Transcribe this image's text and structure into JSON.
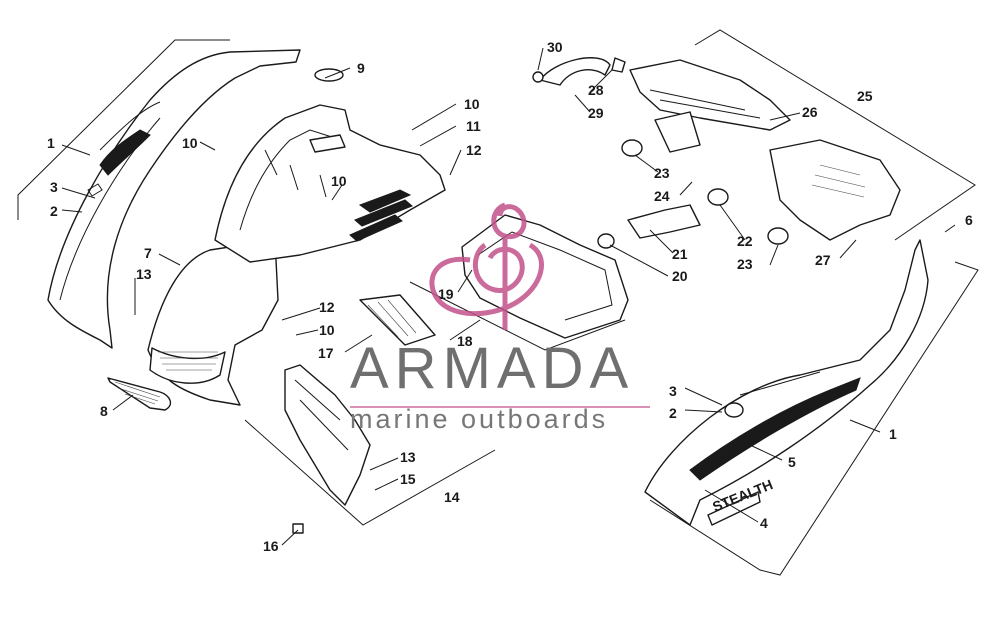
{
  "diagram": {
    "callouts": [
      "1",
      "2",
      "3",
      "1",
      "2",
      "3",
      "4",
      "5",
      "6",
      "7",
      "8",
      "9",
      "10",
      "10",
      "10",
      "10",
      "11",
      "12",
      "12",
      "13",
      "13",
      "14",
      "15",
      "16",
      "17",
      "18",
      "19",
      "20",
      "21",
      "22",
      "23",
      "23",
      "24",
      "25",
      "26",
      "27",
      "28",
      "29",
      "30"
    ],
    "decal_text": "STEALTH"
  },
  "watermark": {
    "brand": "ARMADA",
    "tagline": "marine outboards",
    "logo_color": "#c2528a",
    "text_color": "#6f6f6f"
  }
}
